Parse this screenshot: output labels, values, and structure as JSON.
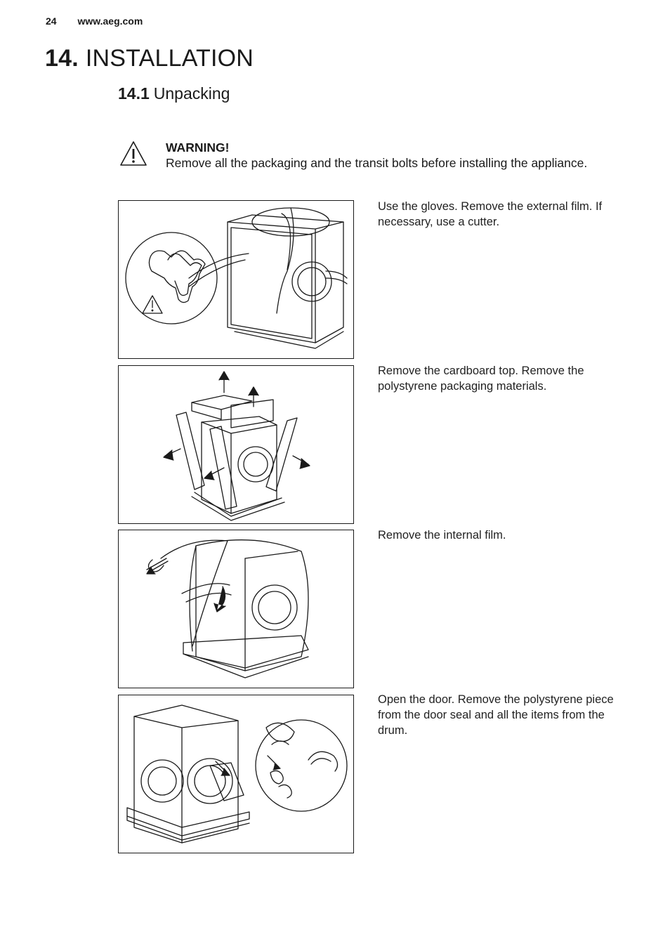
{
  "header": {
    "page_number": "24",
    "url": "www.aeg.com"
  },
  "chapter": {
    "number": "14.",
    "title": "INSTALLATION"
  },
  "section": {
    "number": "14.1",
    "title": "Unpacking"
  },
  "warning": {
    "title": "WARNING!",
    "text": "Remove all the packaging and the transit bolts before installing the appliance."
  },
  "steps": [
    {
      "caption": "Use the gloves. Remove the external film. If necessary, use a cutter.",
      "illustration": "gloves-and-film-removal"
    },
    {
      "caption": "Remove the cardboard top. Remove the polystyrene packaging materials.",
      "illustration": "cardboard-top-removal"
    },
    {
      "caption": "Remove the internal film.",
      "illustration": "internal-film-removal"
    },
    {
      "caption": "Open the door. Remove the polystyrene piece from the door seal and all the items from the drum.",
      "illustration": "door-seal-items-removal"
    }
  ]
}
